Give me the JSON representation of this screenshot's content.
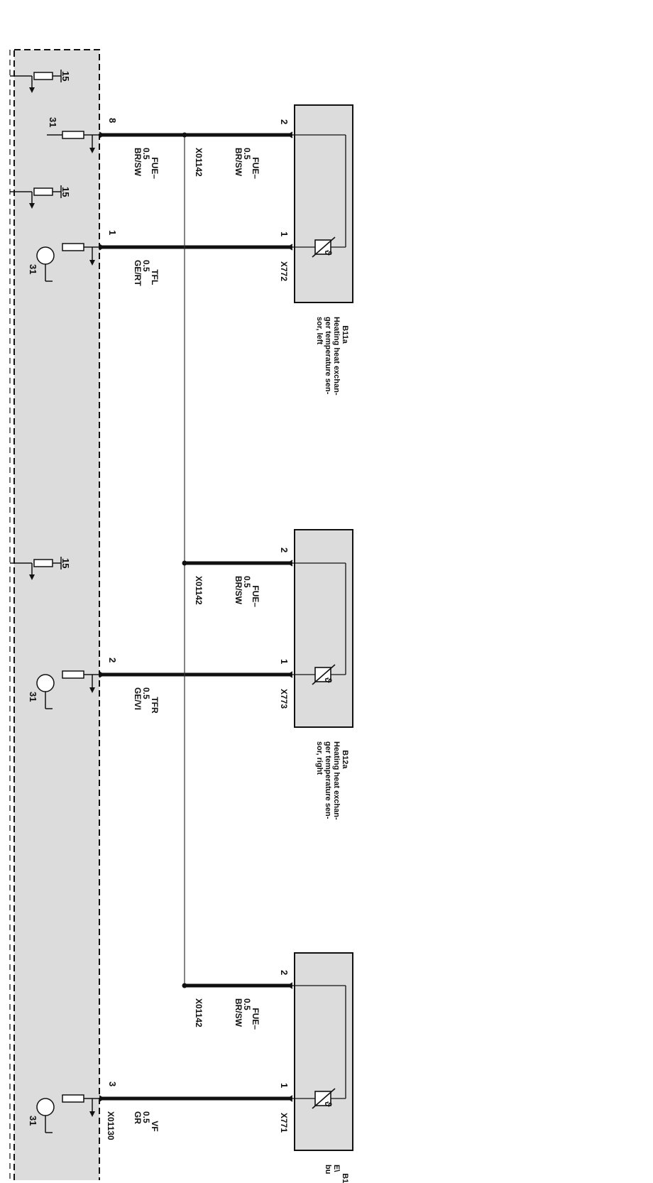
{
  "control_unit": {
    "side_pins": [
      "15",
      "31",
      "15",
      "31",
      "15",
      "31",
      "31"
    ]
  },
  "sensors": [
    {
      "id": "B11a",
      "connector": "X772",
      "desc_lines": [
        "Heating heat exchan-",
        "ger temperature sen-",
        "sor, left"
      ],
      "pin_top": "2",
      "pin_bottom": "1"
    },
    {
      "id": "B12a",
      "connector": "X773",
      "desc_lines": [
        "Heating heat exchan-",
        "ger temperature sen-",
        "sor, right"
      ],
      "pin_top": "2",
      "pin_bottom": "1"
    },
    {
      "id": "B1",
      "connector": "X771",
      "desc_lines": [
        "E\\",
        "bu"
      ],
      "pin_top": "2",
      "pin_bottom": "1"
    }
  ],
  "wires": {
    "fue_1": {
      "lines": [
        "FUE–",
        "0.5",
        "BR/SW"
      ]
    },
    "fue_1b": {
      "lines": [
        "FUE–",
        "0.5",
        "BR/SW"
      ]
    },
    "fue_2": {
      "lines": [
        "FUE–",
        "0.5",
        "BR/SW"
      ]
    },
    "fue_3": {
      "lines": [
        "FUE–",
        "0.5",
        "BR/SW"
      ]
    },
    "tfl": {
      "lines": [
        "TFL",
        "0.5",
        "GE/RT"
      ]
    },
    "tfr": {
      "lines": [
        "TFR",
        "0.5",
        "GE/VI"
      ]
    },
    "vf": {
      "lines": [
        "VF",
        "0.5",
        "GR"
      ]
    }
  },
  "splices": {
    "s1": "X01142",
    "s2": "X01142",
    "s3": "X01142",
    "ground": "X01130"
  },
  "module_pins": {
    "p8": "8",
    "p1": "1",
    "p2": "2",
    "p3": "3"
  },
  "colors": {
    "module_fill": "#dcdcdc",
    "line": "#111111"
  }
}
